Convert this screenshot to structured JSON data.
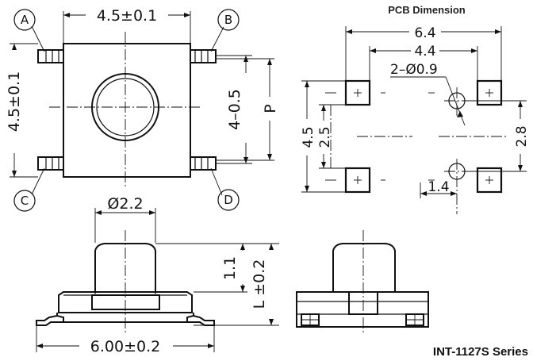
{
  "header": {
    "pcb_title": "PCB Dimension"
  },
  "series_label": "INT-1127S Series",
  "top_view": {
    "width_dim": "4.5±0.1",
    "height_dim": "4.5±0.1",
    "pin_pitch_dim": "4–0.5",
    "p_label": "P",
    "terminals": [
      "A",
      "B",
      "C",
      "D"
    ]
  },
  "side_view": {
    "actuator_dia": "Ø2.2",
    "actuator_height": "1.1",
    "total_height": "L ±0.2",
    "body_width": "6.00±0.2"
  },
  "pcb": {
    "overall_width": "6.4",
    "inner_width": "4.4",
    "hole_label": "2–Ø0.9",
    "overall_height": "4.5",
    "inner_height": "2.5",
    "hole_spacing": "2.8",
    "hole_offset": "1.4"
  }
}
